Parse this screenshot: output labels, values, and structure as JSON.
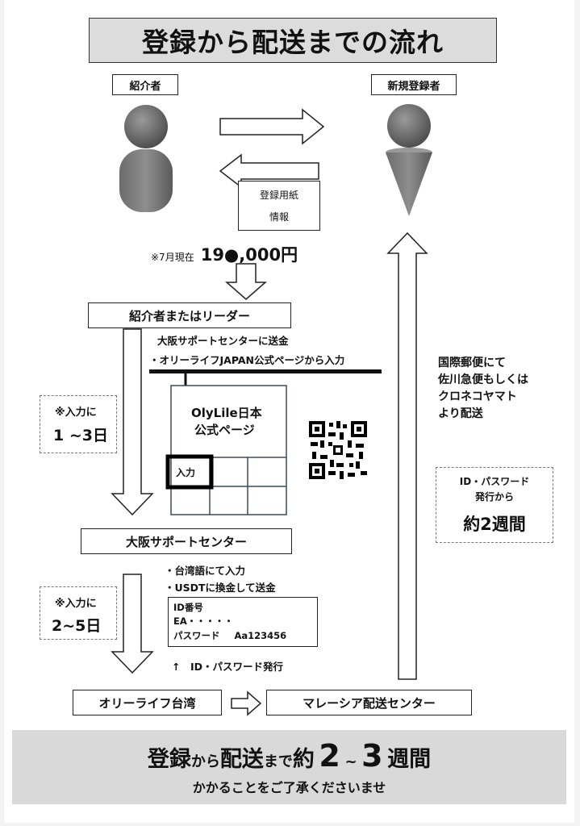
{
  "title": "登録から配送までの流れ",
  "roles": {
    "introducer": "紹介者",
    "new_registrant": "新規登録者"
  },
  "return_box": {
    "line1": "登録用紙",
    "line2": "情報"
  },
  "price": {
    "note": "※7月現在",
    "amount": "19●,000円"
  },
  "step1": {
    "box": "紹介者またはリーダー",
    "info_line1": "大阪サポートセンターに送金",
    "info_line2": "・オリーライフJAPAN公式ページから入力",
    "duration_label": "※入力に",
    "duration_value": "1 ~3日",
    "page_title_line1": "OlyLile日本",
    "page_title_line2": "公式ページ",
    "input_label": "入力"
  },
  "step2": {
    "box": "大阪サポートセンター",
    "info_line1": "・台湾語にて入力",
    "info_line2": "・USDTに換金して送金",
    "duration_label": "※入力に",
    "duration_value": "2~5日",
    "id_box": {
      "line1": "ID番号",
      "line2": "EA・・・・・",
      "line3_label": "パスワード",
      "line3_value": "Aa123456"
    },
    "note": "↑　ID・パスワード発行"
  },
  "taiwan": "オリーライフ台湾",
  "malaysia": "マレーシア配送センター",
  "shipping": {
    "line1": "国際郵便にて",
    "line2": "佐川急便もしくは",
    "line3": "クロネコヤマト",
    "line4": "より配送"
  },
  "shipping_time": {
    "line1": "ID・パスワード",
    "line2": "発行から",
    "value": "約2週間"
  },
  "footer": {
    "main_a": "登録",
    "main_b": "から",
    "main_c": "配送",
    "main_d": "まで",
    "main_e": "約",
    "main_f": "2",
    "main_g": "~",
    "main_h": "3",
    "main_i": "週間",
    "sub": "かかることをご了承くださいませ"
  }
}
